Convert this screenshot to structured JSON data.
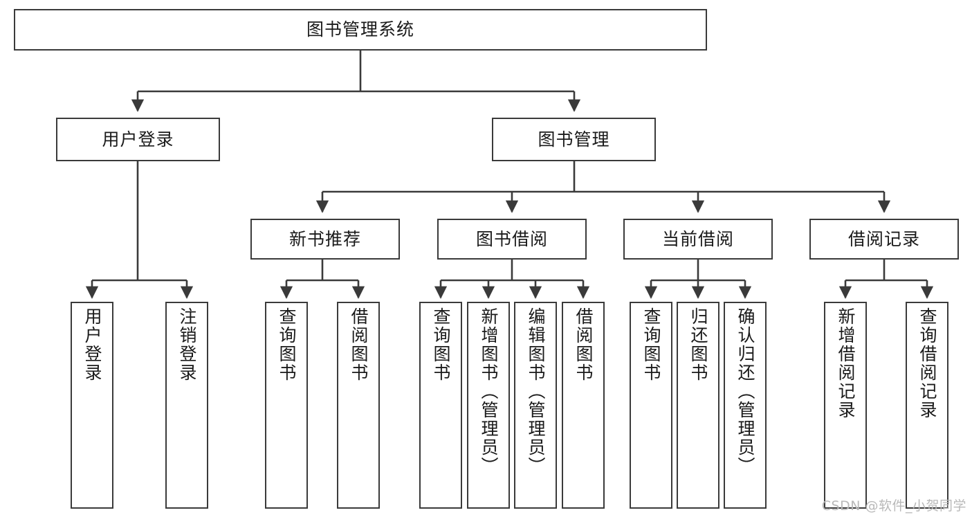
{
  "diagram": {
    "type": "hierarchy-tree",
    "title_node": "图书管理系统",
    "watermark": "CSDN @软件_小贺同学",
    "colors": {
      "background": "#ffffff",
      "node_border": "#3a3a3a",
      "node_fill": "#ffffff",
      "edge": "#3a3a3a",
      "text": "#1a1a1a",
      "watermark": "#b9b9b9"
    },
    "levels": {
      "root": {
        "label": "图书管理系统"
      },
      "level2": [
        {
          "id": "user-login",
          "label": "用户登录"
        },
        {
          "id": "book-manage",
          "label": "图书管理"
        }
      ],
      "level3": [
        {
          "id": "new-book-recommend",
          "label": "新书推荐"
        },
        {
          "id": "book-borrow",
          "label": "图书借阅"
        },
        {
          "id": "current-borrow",
          "label": "当前借阅"
        },
        {
          "id": "borrow-record",
          "label": "借阅记录"
        }
      ],
      "leaves": [
        {
          "id": "leaf-user-login",
          "label": "用户登录",
          "parent": "user-login"
        },
        {
          "id": "leaf-logout-login",
          "label": "注销登录",
          "parent": "user-login"
        },
        {
          "id": "leaf-query-book-1",
          "label": "查询图书",
          "parent": "new-book-recommend"
        },
        {
          "id": "leaf-borrow-book-1",
          "label": "借阅图书",
          "parent": "new-book-recommend"
        },
        {
          "id": "leaf-query-book-2",
          "label": "查询图书",
          "parent": "book-borrow"
        },
        {
          "id": "leaf-add-book",
          "label": "新增图书（管理员）",
          "parent": "book-borrow"
        },
        {
          "id": "leaf-edit-book",
          "label": "编辑图书（管理员）",
          "parent": "book-borrow"
        },
        {
          "id": "leaf-borrow-book-2",
          "label": "借阅图书",
          "parent": "book-borrow"
        },
        {
          "id": "leaf-query-book-3",
          "label": "查询图书",
          "parent": "current-borrow"
        },
        {
          "id": "leaf-return-book",
          "label": "归还图书",
          "parent": "current-borrow"
        },
        {
          "id": "leaf-confirm-return",
          "label": "确认归还（管理员）",
          "parent": "current-borrow"
        },
        {
          "id": "leaf-add-record",
          "label": "新增借阅记录",
          "parent": "borrow-record"
        },
        {
          "id": "leaf-query-record",
          "label": "查询借阅记录",
          "parent": "borrow-record"
        }
      ]
    }
  }
}
